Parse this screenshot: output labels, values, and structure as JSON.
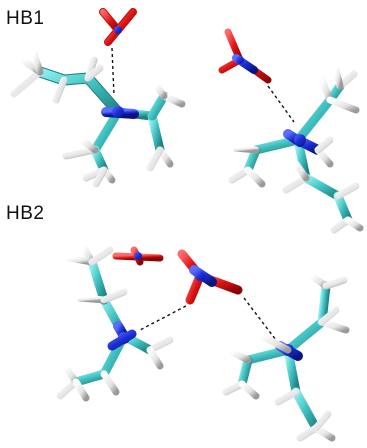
{
  "panels": [
    {
      "label": "HB1"
    },
    {
      "label": "HB2"
    }
  ],
  "colors": {
    "carbon": "#3fbfbf",
    "nitrogen": "#1c2fd6",
    "oxygen": "#e01414",
    "hydrogen": "#e8e8e8",
    "hbond": "#111111",
    "background": "#ffffff"
  },
  "atom_types": [
    "C",
    "N",
    "O",
    "H"
  ]
}
